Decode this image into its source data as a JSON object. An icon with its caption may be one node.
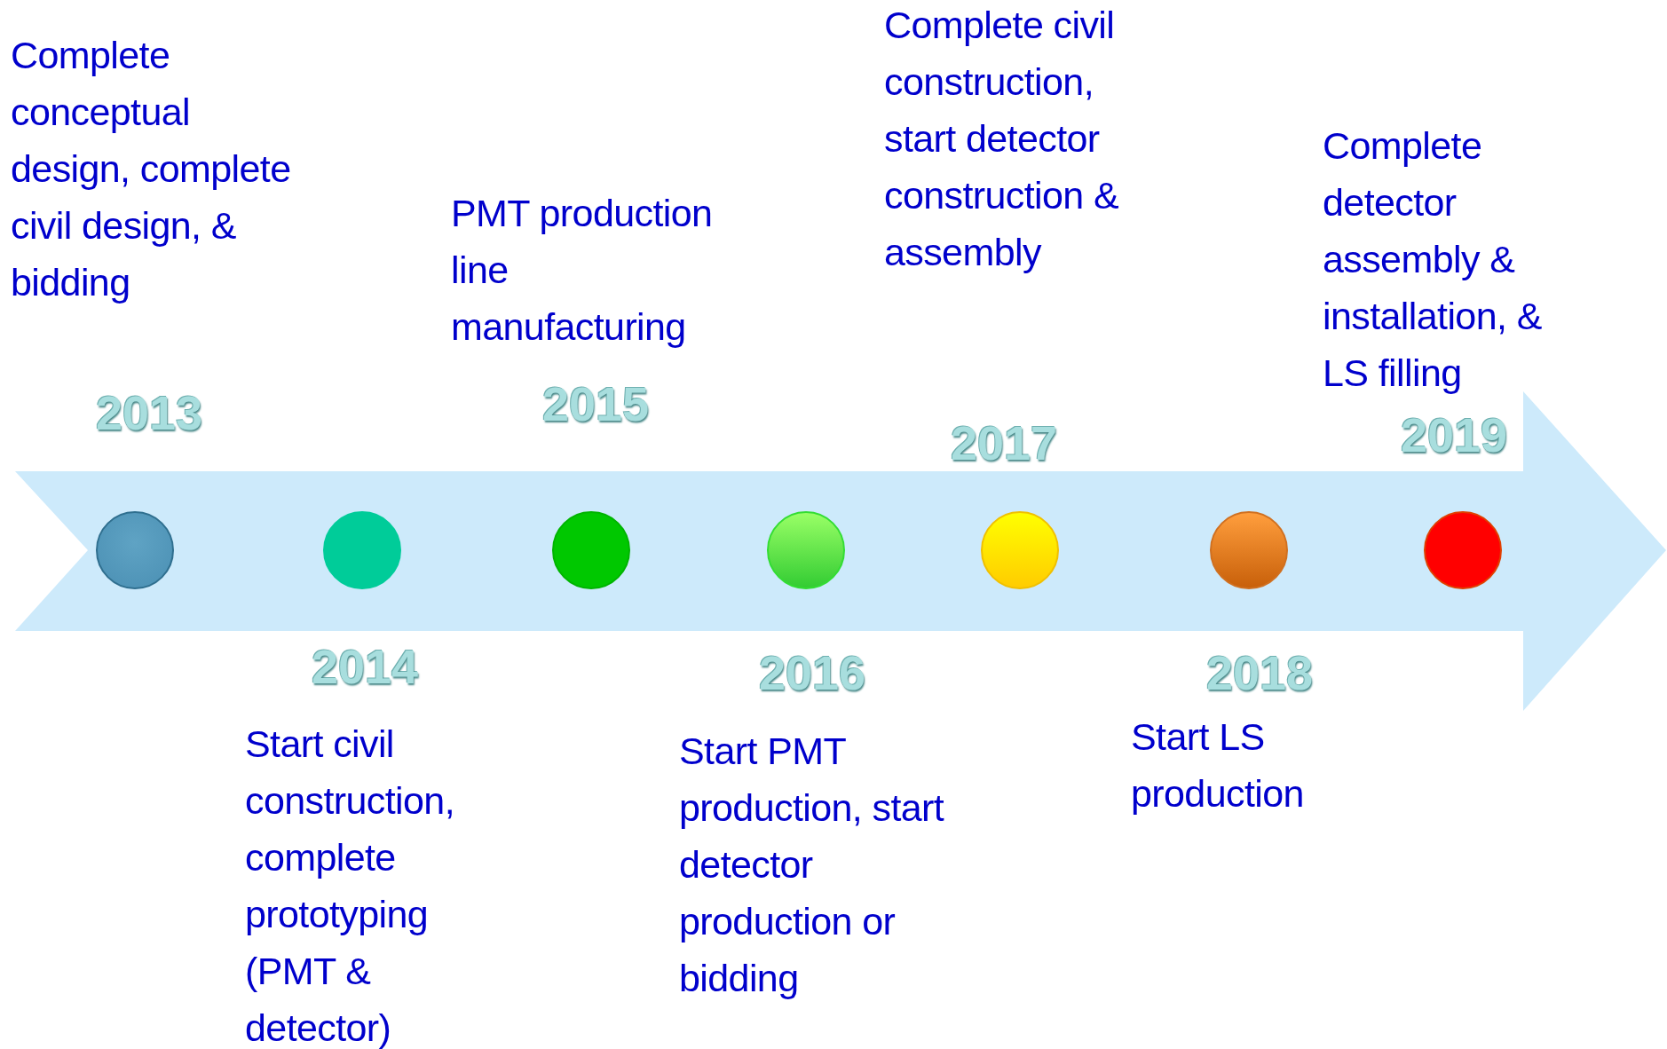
{
  "diagram": {
    "nodes": [
      {
        "text": [],
        "shape": "circle",
        "beside": [
          "2013",
          "Complete conceptual design, complete civil design, & bidding"
        ]
      },
      {
        "text": [],
        "shape": "circle",
        "beside": [
          "2014",
          "Start civil construction, complete prototyping (PMT & detector)"
        ]
      },
      {
        "text": [],
        "shape": "circle",
        "beside": [
          "2015",
          "PMT production line manufacturing"
        ]
      },
      {
        "text": [],
        "shape": "circle",
        "beside": [
          "2016",
          "Start PMT production, start detector production or bidding"
        ]
      },
      {
        "text": [],
        "shape": "circle",
        "beside": [
          "2017",
          "Complete civil construction, start detector construction & assembly"
        ]
      },
      {
        "text": [],
        "shape": "circle",
        "beside": [
          "2018",
          "Start LS production"
        ]
      },
      {
        "text": [],
        "shape": "circle",
        "beside": [
          "2019",
          "Complete detector assembly & installation, & LS filling"
        ]
      }
    ]
  }
}
